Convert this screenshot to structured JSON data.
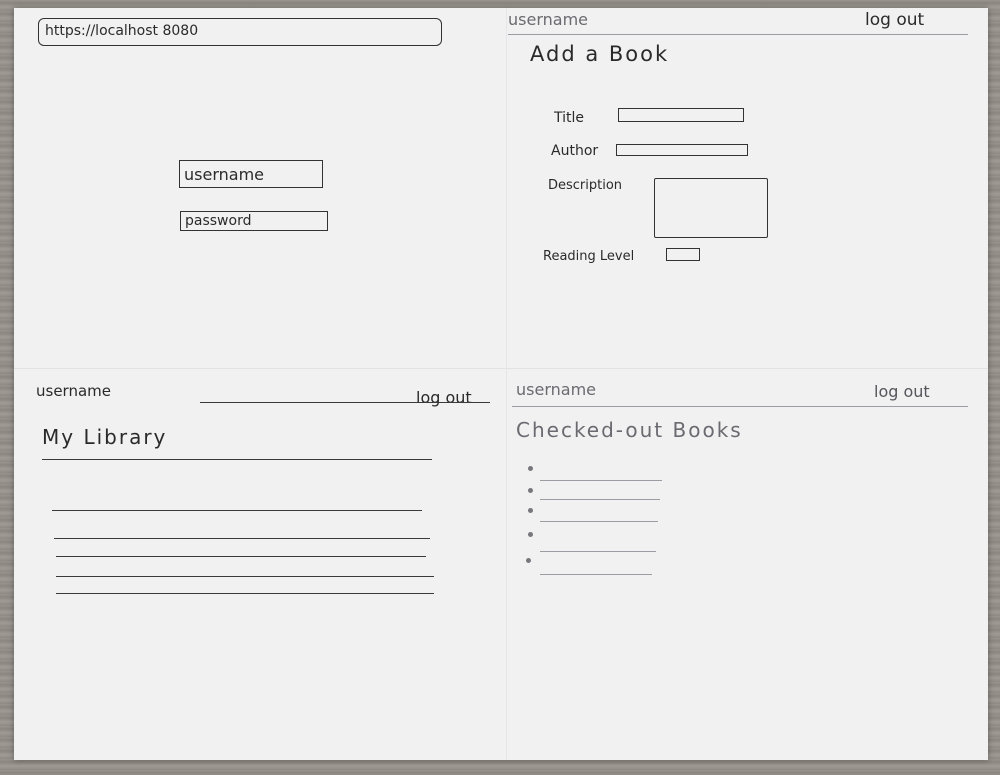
{
  "login_panel": {
    "url": "https://localhost 8080",
    "username_placeholder": "username",
    "password_placeholder": "password"
  },
  "add_book_panel": {
    "username": "username",
    "logout_label": "log out",
    "title": "Add a Book",
    "field_title_label": "Title",
    "field_author_label": "Author",
    "field_description_label": "Description",
    "field_reading_level_label": "Reading Level"
  },
  "library_panel": {
    "username": "username",
    "logout_label": "log out",
    "title": "My Library"
  },
  "checked_out_panel": {
    "username": "username",
    "logout_label": "log out",
    "title": "Checked-out Books"
  }
}
